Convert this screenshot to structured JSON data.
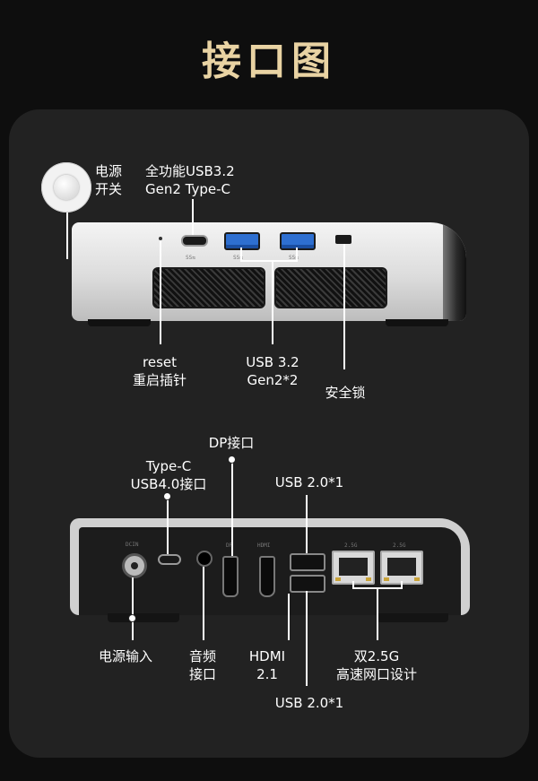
{
  "title": "接口图",
  "top_device": {
    "labels": {
      "power_button": "电源\n开关",
      "typec_full": "全功能USB3.2\nGen2 Type-C",
      "reset": "reset\n重启插针",
      "usb32": "USB 3.2\nGen2*2",
      "lock": "安全锁"
    },
    "port_marks": {
      "usb_a_1": "SS⇆",
      "usb_a_2": "SS⇆",
      "typec": "SS⇆"
    }
  },
  "bottom_device": {
    "labels": {
      "dp": "DP接口",
      "typec_usb4": "Type-C\nUSB4.0接口",
      "usb20_top": "USB 2.0*1",
      "power_in": "电源输入",
      "audio": "音频\n接口",
      "hdmi": "HDMI\n2.1",
      "lan": "双2.5G\n高速网口设计",
      "usb20_bottom": "USB 2.0*1"
    },
    "port_marks": {
      "dcin": "DCIN",
      "dp": "DP",
      "hdmi": "HDMI",
      "lan1": "2.5G",
      "lan2": "2.5G"
    }
  },
  "colors": {
    "title": "#e9d3a3",
    "panel": "#222222",
    "usb3_blue": "#2e6fd0"
  }
}
